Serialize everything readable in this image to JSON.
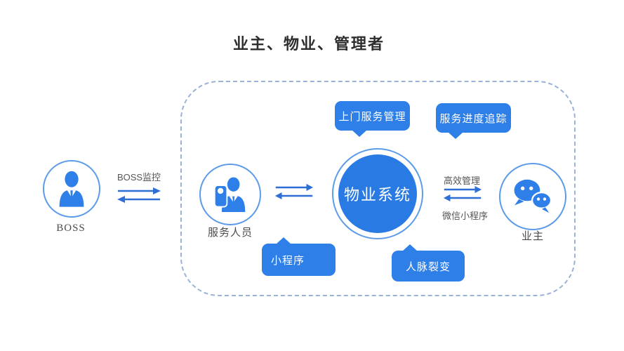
{
  "title": "业主、物业、管理者",
  "colors": {
    "primary_blue": "#2E7FE8",
    "circle_fill": "#2A7AE3",
    "ring_stroke": "#5C9BEA",
    "arrow_blue": "#2E6FD6",
    "dashed_border": "#9AB2D6",
    "title_text": "#2D2D2D",
    "label_text": "#4B4B4B",
    "link_text": "#555555",
    "bubble_text": "#FFFFFF"
  },
  "nodes": {
    "boss": {
      "label": "BOSS",
      "icon": "businessman-icon"
    },
    "staff": {
      "label": "服务人员",
      "icon": "service-staff-icon"
    },
    "system": {
      "label": "物业系统"
    },
    "owner": {
      "label": "业主",
      "icon": "wechat-icon"
    }
  },
  "links": {
    "boss_staff": {
      "label": "BOSS监控",
      "type": "double-arrow"
    },
    "staff_system": {
      "type": "double-arrow"
    },
    "system_owner": {
      "label_top": "高效管理",
      "label_bottom": "微信小程序",
      "type": "double-arrow"
    }
  },
  "bubbles": [
    {
      "id": "door-service-management",
      "label": "上门服务管理",
      "pointer": "down"
    },
    {
      "id": "service-progress-tracking",
      "label": "服务进度追踪",
      "pointer": "down"
    },
    {
      "id": "mini-program",
      "label": "小程序",
      "pointer": "up"
    },
    {
      "id": "network-fission",
      "label": "人脉裂变",
      "pointer": "up"
    }
  ]
}
